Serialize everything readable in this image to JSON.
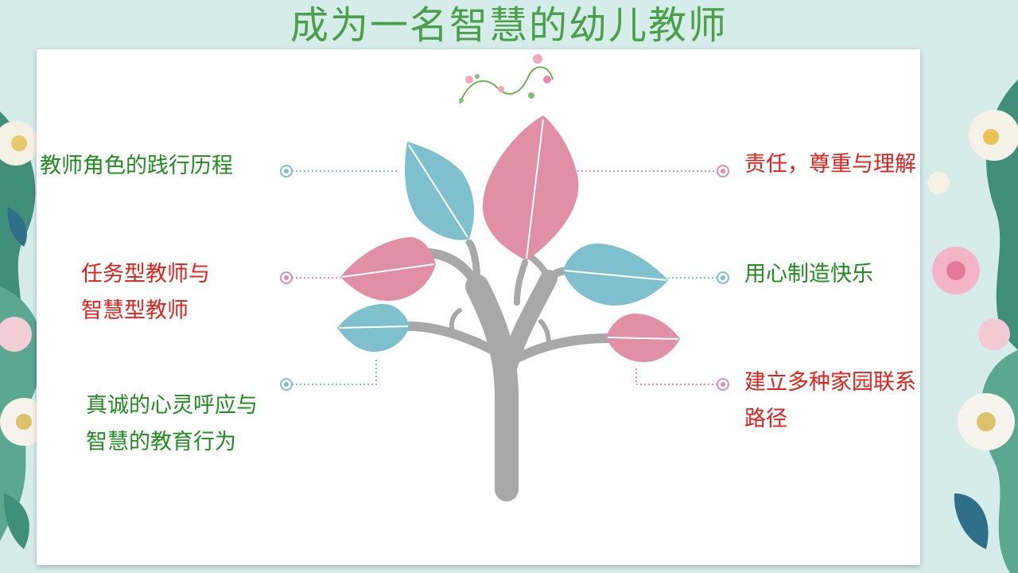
{
  "slide": {
    "title": "成为一名智慧的幼儿教师",
    "left_items": [
      {
        "lines": [
          "教师角色的践行历程"
        ]
      },
      {
        "lines": [
          "任务型教师与",
          "智慧型教师"
        ]
      },
      {
        "lines": [
          "真诚的心灵呼应与",
          "智慧的教育行为"
        ]
      }
    ],
    "right_items": [
      {
        "lines": [
          "责任，尊重与理解"
        ]
      },
      {
        "lines": [
          "用心制造快乐"
        ]
      },
      {
        "lines": [
          "建立多种家园联系",
          "路径"
        ]
      }
    ]
  },
  "colors": {
    "title": "#4aa04a",
    "green_text": "#1e8c1e",
    "red_text": "#e4201a",
    "leaf_pink": "#e08fa6",
    "leaf_blue": "#7fc0cf",
    "trunk": "#a8a8a8",
    "background": "#d6ece8"
  }
}
